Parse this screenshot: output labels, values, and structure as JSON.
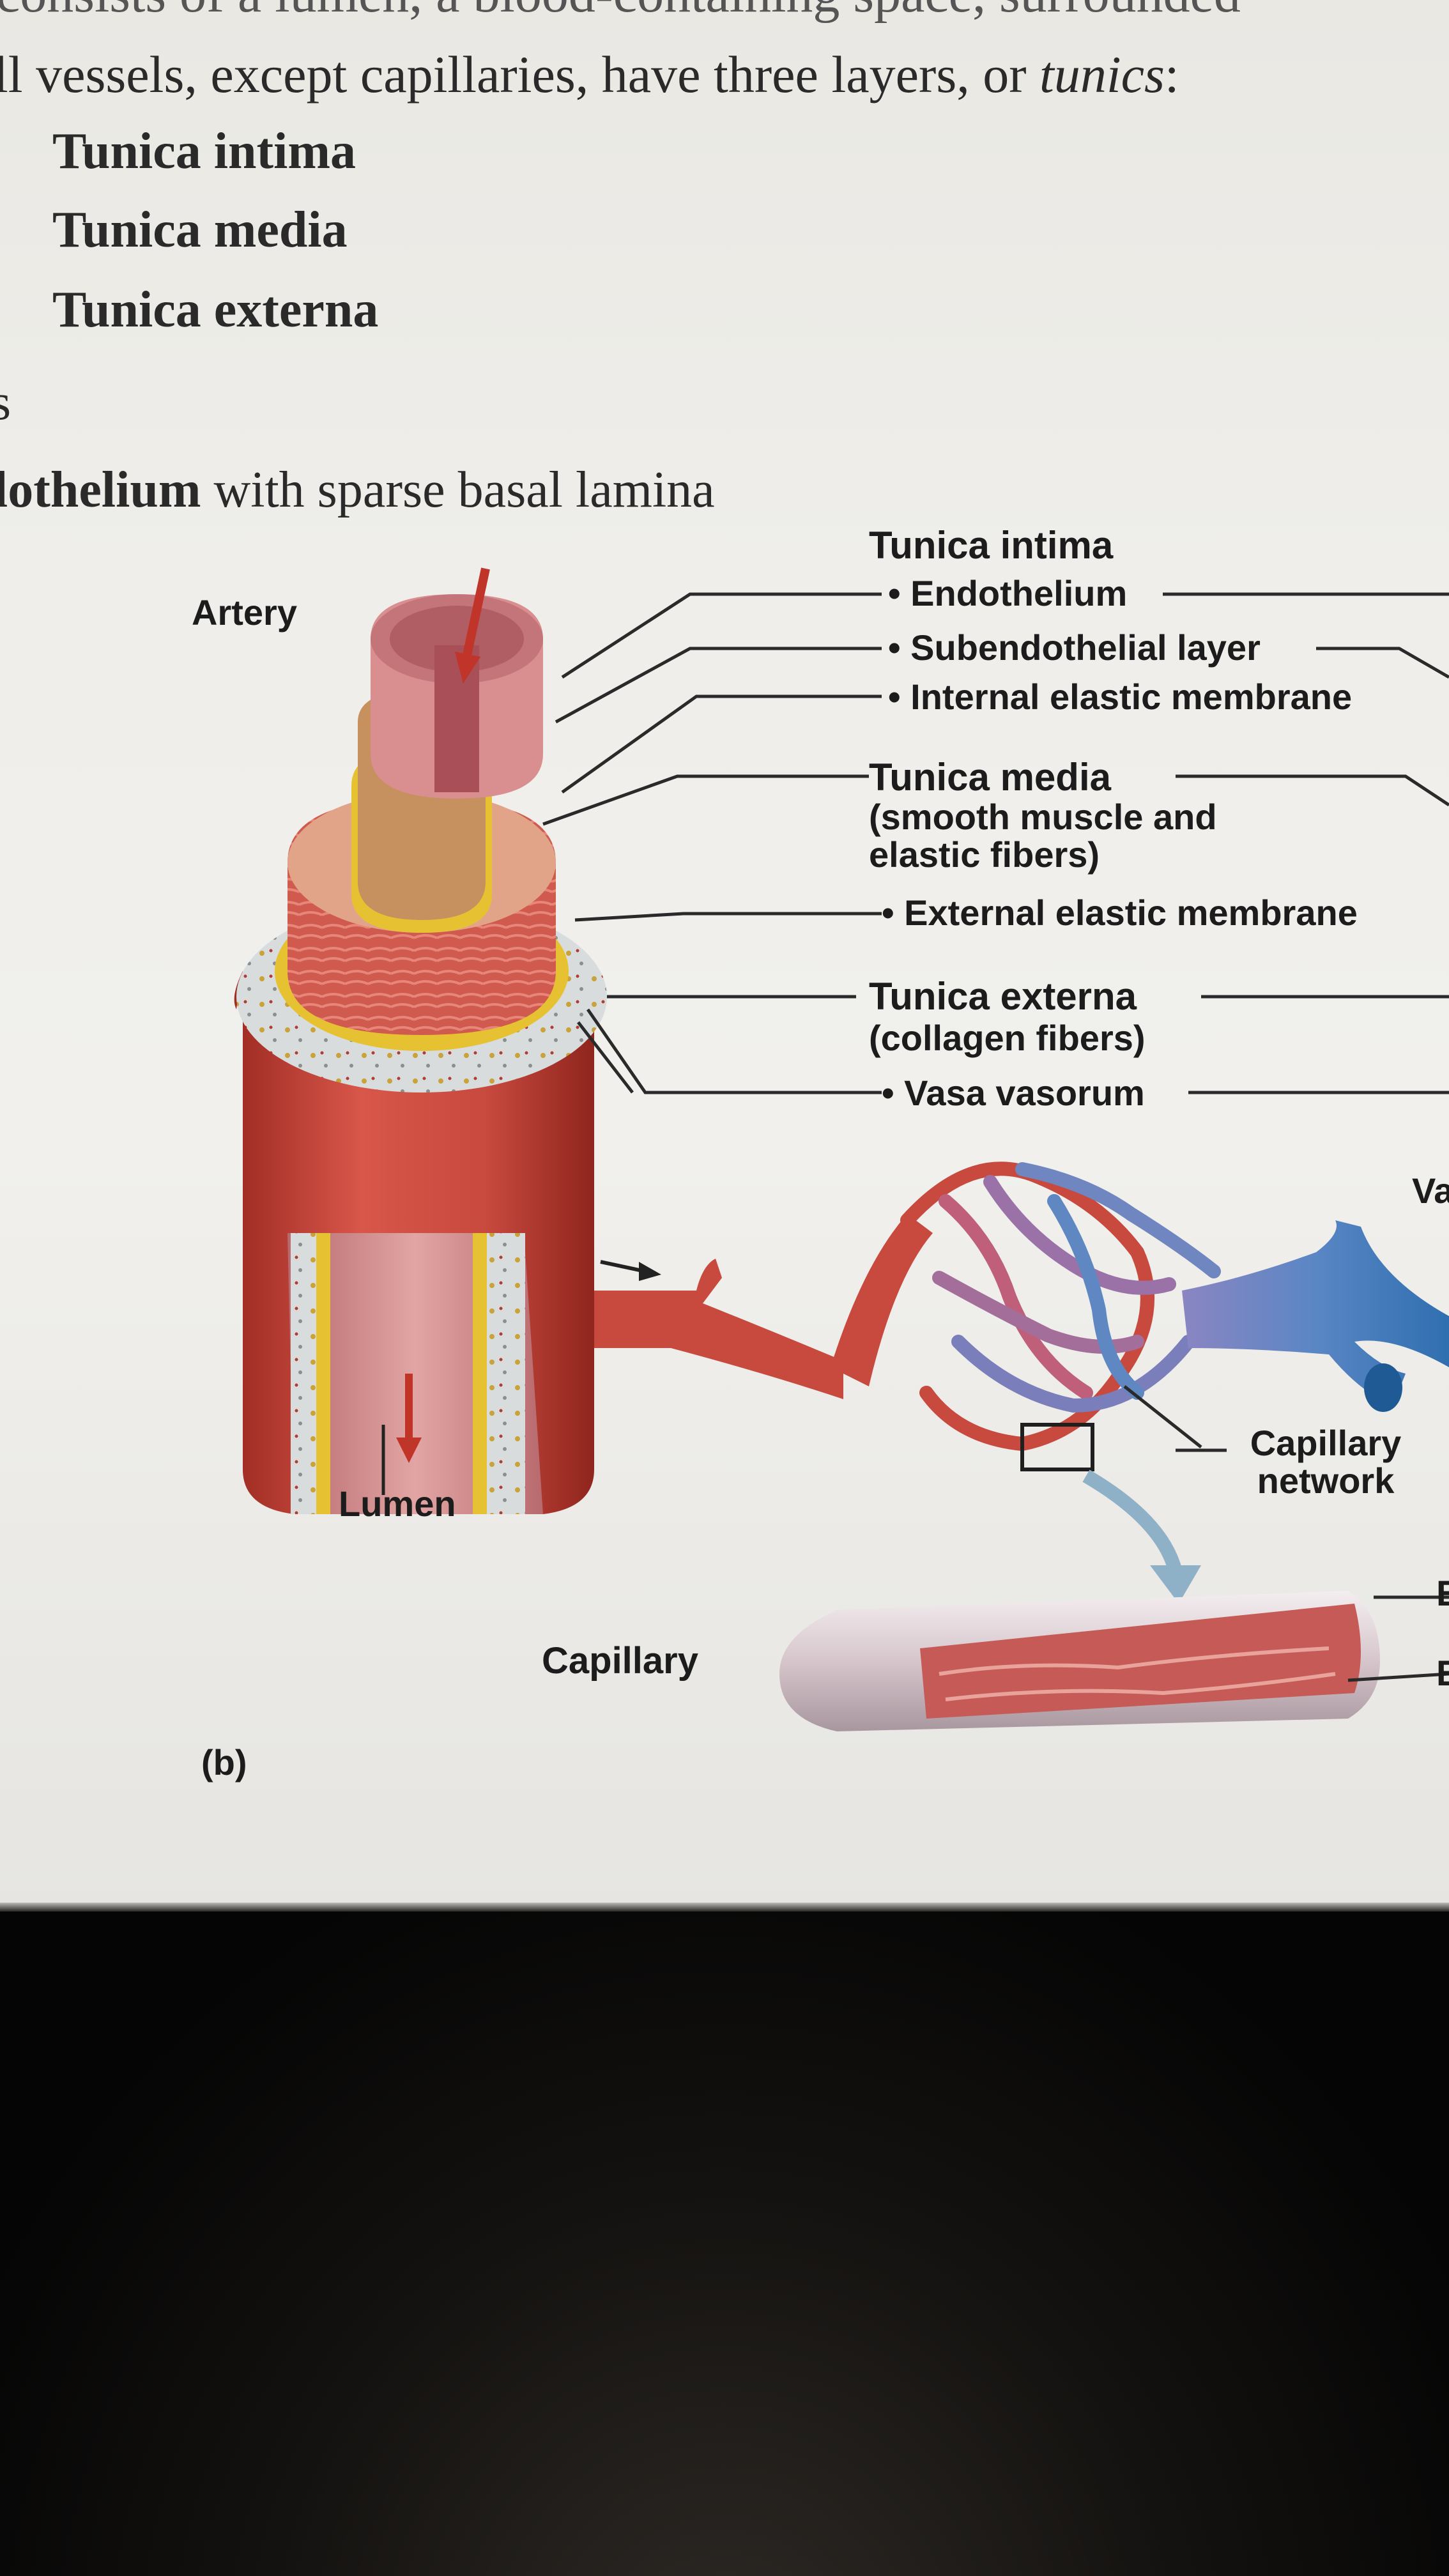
{
  "page": {
    "top_cut_text": "consists of a lumen, a blood-containing space, surrounded",
    "intro": "ll vessels, except capillaries, have three layers, or ",
    "intro_italic": "tunics",
    "intro_end": ":",
    "tunics": [
      "Tunica intima",
      "Tunica media",
      "Tunica externa"
    ],
    "cut_s": "s",
    "endothelium_bold": "lothelium",
    "endothelium_rest": " with sparse basal lamina"
  },
  "figure": {
    "artery_label": "Artery",
    "lumen_label": "Lumen",
    "capillary_label": "Capillary",
    "capillary_network_label": "Capillary network",
    "panel_label": "(b)",
    "cut_right_label": "Va",
    "cut_e1": "E",
    "cut_e2": "E",
    "layers": {
      "intima_head": "Tunica intima",
      "endothelium": "• Endothelium",
      "subendothelial": "• Subendothelial layer",
      "internal_elastic": "• Internal elastic membrane",
      "media_head": "Tunica media",
      "media_sub": "(smooth muscle and elastic fibers)",
      "external_elastic": "• External elastic membrane",
      "externa_head": "Tunica externa",
      "externa_sub": "(collagen fibers)",
      "vasa_vasorum": "• Vasa vasorum"
    },
    "colors": {
      "artery_red": "#c8493e",
      "intima_pink": "#d4878a",
      "elastic_yellow": "#e6c233",
      "externa_gray": "#d9dcdc",
      "vein_blue": "#3f7fb8",
      "leader_line": "#2a2a2a"
    }
  }
}
